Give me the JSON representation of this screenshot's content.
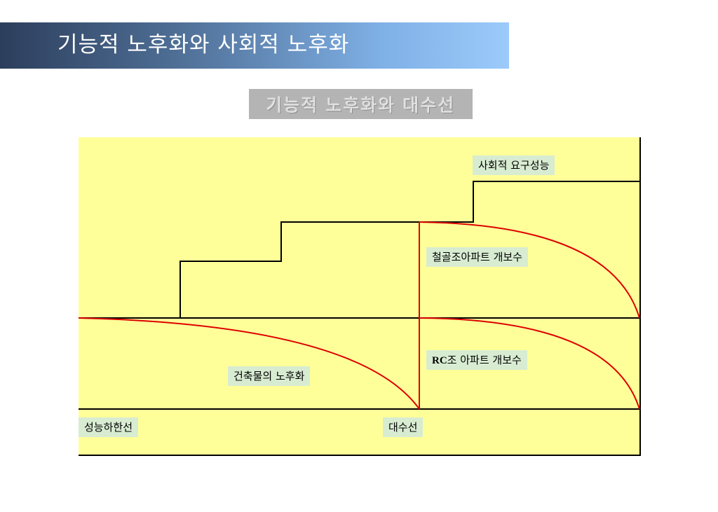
{
  "slide": {
    "title": "기능적 노후화와 사회적 노후화",
    "subtitle": "기능적 노후화와 대수선"
  },
  "diagram": {
    "labels": {
      "social_requirement": "사회적 요구성능",
      "steel_apartment_repair": "철골조아파트 개보수",
      "rc_prefix": "RC",
      "rc_apartment_repair": "조 아파트 개보수",
      "building_deterioration": "건축물의 노후화",
      "performance_lower_limit": "성능하한선",
      "major_repair": "대수선"
    },
    "colors": {
      "background": "#ffff99",
      "line": "#000000",
      "curve": "#dd0000",
      "label_bg": "#d8ecd2"
    }
  }
}
